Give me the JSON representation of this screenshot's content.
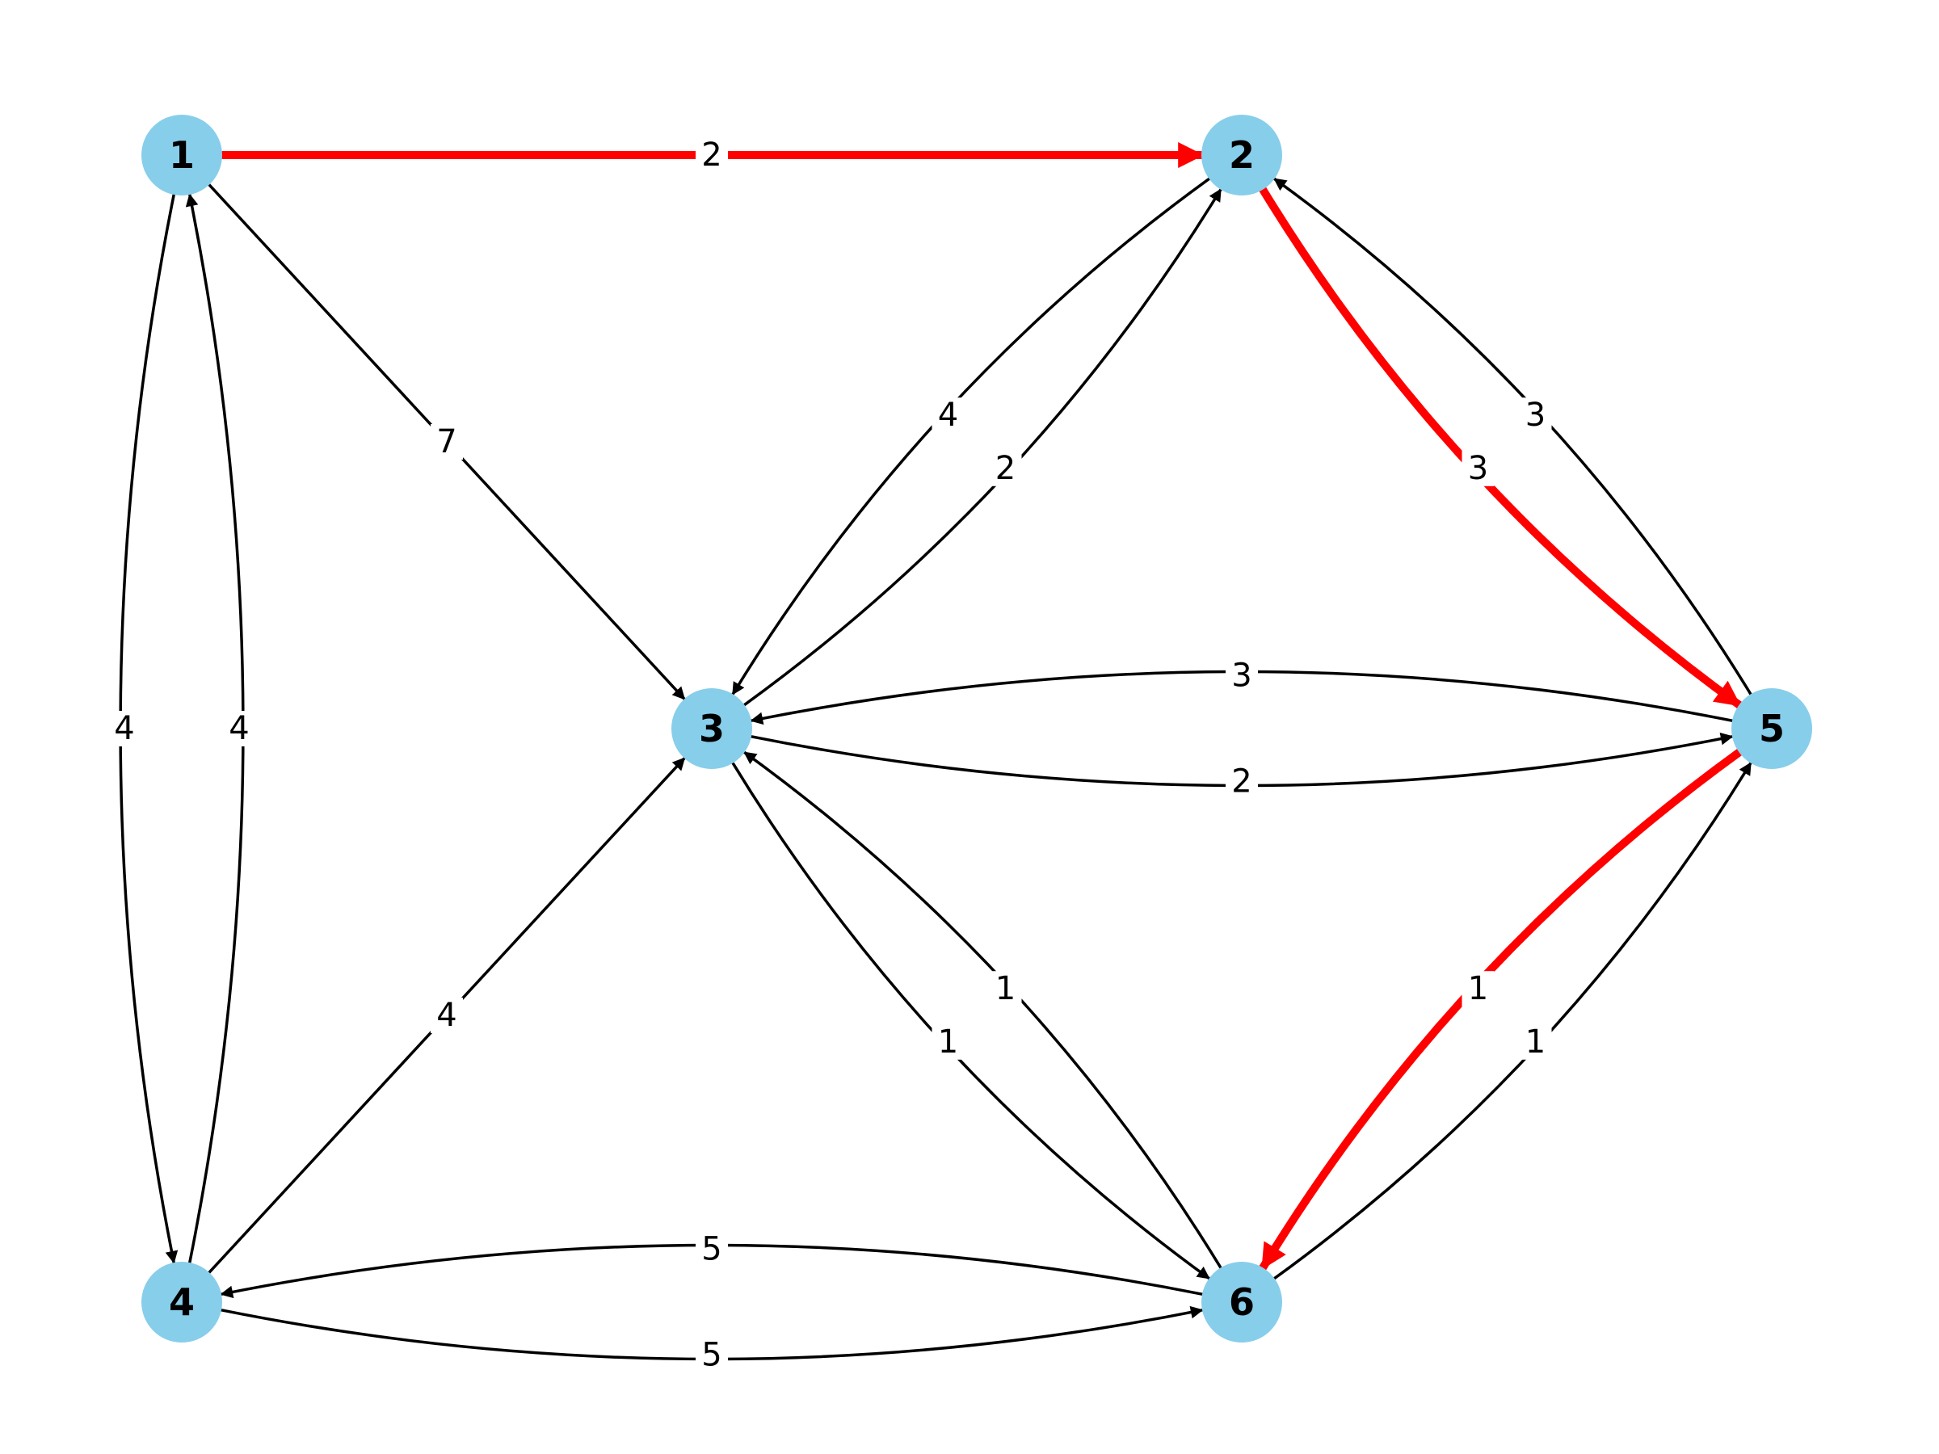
{
  "colors": {
    "node_fill": "#87CEEB",
    "edge_default": "#000000",
    "edge_highlight": "#FF0000",
    "background": "#FFFFFF"
  },
  "nodes": [
    {
      "id": "1",
      "label": "1"
    },
    {
      "id": "2",
      "label": "2"
    },
    {
      "id": "3",
      "label": "3"
    },
    {
      "id": "4",
      "label": "4"
    },
    {
      "id": "5",
      "label": "5"
    },
    {
      "id": "6",
      "label": "6"
    }
  ],
  "edges": [
    {
      "source": "1",
      "target": "2",
      "weight": "2",
      "highlighted": true
    },
    {
      "source": "1",
      "target": "3",
      "weight": "7",
      "highlighted": false
    },
    {
      "source": "1",
      "target": "4",
      "weight": "4",
      "highlighted": false
    },
    {
      "source": "4",
      "target": "1",
      "weight": "4",
      "highlighted": false
    },
    {
      "source": "2",
      "target": "3",
      "weight": "4",
      "highlighted": false
    },
    {
      "source": "3",
      "target": "2",
      "weight": "2",
      "highlighted": false
    },
    {
      "source": "2",
      "target": "5",
      "weight": "3",
      "highlighted": true
    },
    {
      "source": "5",
      "target": "2",
      "weight": "3",
      "highlighted": false
    },
    {
      "source": "5",
      "target": "3",
      "weight": "3",
      "highlighted": false
    },
    {
      "source": "3",
      "target": "5",
      "weight": "2",
      "highlighted": false
    },
    {
      "source": "4",
      "target": "3",
      "weight": "4",
      "highlighted": false
    },
    {
      "source": "3",
      "target": "6",
      "weight": "1",
      "highlighted": false
    },
    {
      "source": "6",
      "target": "3",
      "weight": "1",
      "highlighted": false
    },
    {
      "source": "5",
      "target": "6",
      "weight": "1",
      "highlighted": true
    },
    {
      "source": "6",
      "target": "5",
      "weight": "1",
      "highlighted": false
    },
    {
      "source": "6",
      "target": "4",
      "weight": "5",
      "highlighted": false
    },
    {
      "source": "4",
      "target": "6",
      "weight": "5",
      "highlighted": false
    }
  ]
}
